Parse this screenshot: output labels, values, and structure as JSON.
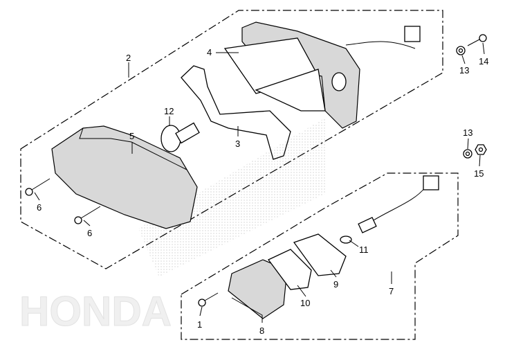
{
  "diagram": {
    "watermark": "HONDA",
    "callouts": [
      "1",
      "2",
      "3",
      "4",
      "5",
      "6",
      "6",
      "7",
      "8",
      "9",
      "10",
      "11",
      "12",
      "13",
      "13",
      "14",
      "15"
    ]
  }
}
